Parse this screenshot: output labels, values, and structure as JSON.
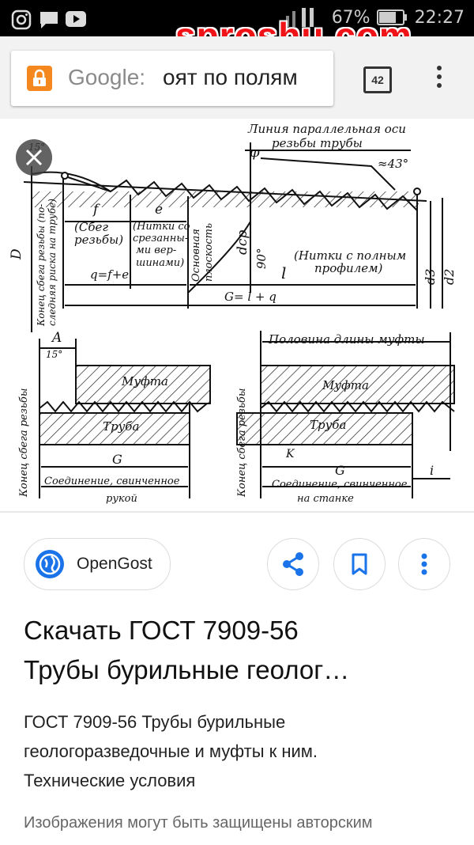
{
  "status_bar": {
    "battery": "67%",
    "time": "22:27",
    "icons": [
      "instagram-icon",
      "message-icon",
      "youtube-icon",
      "signal-icon",
      "battery-icon"
    ]
  },
  "watermark": "sproshu.com",
  "address_bar": {
    "prefix": "Google:",
    "query": "оят по полям",
    "tab_count": "42",
    "icons": [
      "lock-icon",
      "menu-icon"
    ]
  },
  "figure": {
    "labels": {
      "parallel_line_1": "Линия параллельная оси",
      "parallel_line_2": "резьбы трубы",
      "phi": "φ",
      "angle43": "≈43°",
      "angle15": "15°",
      "f": "f",
      "e": "e",
      "runout_1": "(Сбег",
      "runout_2": "резьбы)",
      "cut_1": "(Нитки со",
      "cut_2": "срезанны-",
      "cut_3": "ми вер-",
      "cut_4": "шинами)",
      "main_plane_1": "Основная",
      "main_plane_2": "плоскость",
      "dcp": "dср",
      "angle90": "90°",
      "full_1": "(Нитки с полным",
      "full_2": "профилем)",
      "l": "l",
      "q": "q=f+e",
      "G_formula": "G= l + q",
      "D": "D",
      "d3": "d3",
      "d2": "d2",
      "end_left_1": "Конец сбега резьбы (по-",
      "end_left_2": "следняя риска на трубе)",
      "A": "A",
      "half_coupling": "Половина длины муфты",
      "coupling": "Муфта",
      "pipe": "Труба",
      "end_runout_1": "Конец сбега резьбы",
      "G": "G",
      "K": "K",
      "i": "i",
      "joint_hand_1": "Соединение, свинченное",
      "joint_hand_2": "рукой",
      "joint_machine_1": "Соединение, свинченное",
      "joint_machine_2": "на станке"
    }
  },
  "result": {
    "source": "OpenGost",
    "title_lines": [
      "Скачать ГОСТ 7909-56",
      "Трубы бурильные геолог…"
    ],
    "description_lines": [
      "ГОСТ 7909-56 Трубы бурильные",
      "геологоразведочные и муфты к ним.",
      "Технические условия"
    ],
    "notice_lines": [
      "Изображения могут быть защищены авторским"
    ],
    "buttons": [
      "share-icon",
      "bookmark-icon",
      "more-icon"
    ]
  }
}
